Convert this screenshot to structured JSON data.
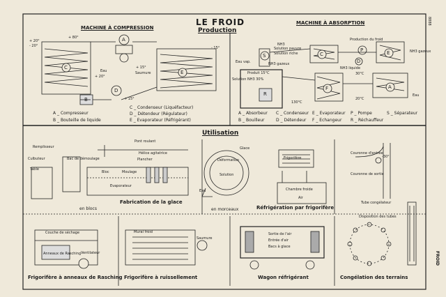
{
  "header": {
    "title": "LE FROID",
    "subtitle": "Production",
    "compression_heading": "MACHINE À COMPRESSION",
    "absorption_heading": "MACHINE À ABSORPTION",
    "corner_code": "8888"
  },
  "compression": {
    "labels": {
      "C": "C",
      "A": "A",
      "E": "E",
      "B": "B",
      "D": "D"
    },
    "temps": {
      "t1": "+ 20°",
      "t2": "- 20°",
      "t3": "+ 80°",
      "t4": "+ 15°",
      "t5": "- 15°",
      "t6": "+ 20°",
      "t7": "+ 15°"
    },
    "eau": "Eau",
    "saumure": "Saumure",
    "legend": [
      {
        "key": "A",
        "text": "Compresseur"
      },
      {
        "key": "B",
        "text": "Bouteille de liquide"
      },
      {
        "key": "C",
        "text": "Condenseur (Liquéfacteur)"
      },
      {
        "key": "D",
        "text": "Détendeur (Régulateur)"
      },
      {
        "key": "E",
        "text": "Evaporateur (Réfrigérant)"
      }
    ]
  },
  "absorption": {
    "labels": {
      "S": "S",
      "C": "C",
      "E": "E",
      "R": "R",
      "F": "F",
      "A": "A",
      "P": "P",
      "D": "D"
    },
    "annotations": {
      "nh3": "NH3",
      "solution_pauvre": "Solution pauvre",
      "solution_riche": "Solution riche",
      "nh3_gazeux": "NH3 gazeux",
      "nh3_liquide": "NH3 liquide",
      "production_du_froid": "Production du froid",
      "nh3_gazeux_right": "NH3 gazeux",
      "eau_vap": "Eau vap.",
      "solution_nh3": "Solution NH3 30%",
      "produit": "Produit 15°C",
      "temp_1": "30°C",
      "temp_2": "130°C",
      "temp_3": "20°C",
      "eau_r": "Eau"
    },
    "legend": [
      {
        "key": "A",
        "text": "Absorbeur"
      },
      {
        "key": "B",
        "text": "Bouilleur"
      },
      {
        "key": "C",
        "text": "Condenseur"
      },
      {
        "key": "D",
        "text": "Détendeur"
      },
      {
        "key": "E",
        "text": "Evaporateur"
      },
      {
        "key": "F",
        "text": "Echangeur"
      },
      {
        "key": "P",
        "text": "Pompe"
      },
      {
        "key": "R",
        "text": "Réchauffeur"
      },
      {
        "key": "S",
        "text": "Séparateur"
      }
    ]
  },
  "utilisation": {
    "heading": "Utilisation",
    "ice_factory": {
      "labels": [
        "Remplisseur",
        "Culbuteur",
        "Table",
        "Bac de démoulage",
        "Pont roulant",
        "Hélice agitatrice",
        "Plancher",
        "Bloc",
        "Moulage",
        "Evaporateur"
      ],
      "caption": "Fabrication de la glace",
      "sub_left": "en blocs",
      "sub_right": "en morceaux"
    },
    "drum": {
      "labels": [
        "Glace",
        "Déformation",
        "Solution",
        "Eau"
      ]
    },
    "frigorifere": {
      "labels": [
        "Frigorifère",
        "Chambre froide",
        "Air"
      ],
      "caption": "Réfrigération par frigorifère"
    },
    "ground": {
      "labels": [
        "Couronne d'entrée",
        "Couronne de sortie",
        "-30°",
        "Tube congélateur",
        "Disposition des tubes"
      ],
      "caption": "Congélation des terrains"
    },
    "rasching": {
      "labels": [
        "Couche de séchage",
        "Ventilateur",
        "Anneaux de Rasching"
      ],
      "caption": "Frigorifère à anneaux de Rasching"
    },
    "ruissellement": {
      "labels": [
        "Mural froid",
        "Saumure"
      ],
      "caption": "Frigorifère à ruissellement"
    },
    "wagon": {
      "labels": [
        "Sortie de l'air",
        "Entrée d'air",
        "Bacs à glace"
      ],
      "caption": "Wagon réfrigérant"
    }
  },
  "side_label": "FROID"
}
